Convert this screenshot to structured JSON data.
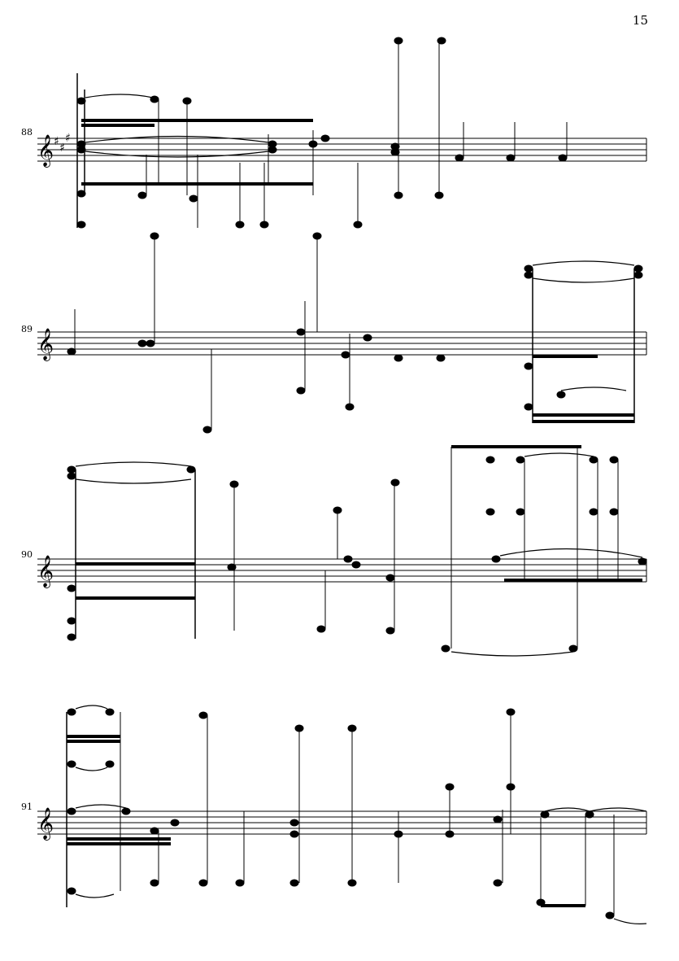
{
  "page": {
    "number": "15"
  },
  "systems": [
    {
      "measure": "88",
      "key_sharps": 3
    },
    {
      "measure": "89",
      "key_sharps": 0
    },
    {
      "measure": "90",
      "key_sharps": 0
    },
    {
      "measure": "91",
      "key_sharps": 0
    }
  ],
  "colors": {
    "ink": "#000000",
    "paper": "#ffffff"
  }
}
